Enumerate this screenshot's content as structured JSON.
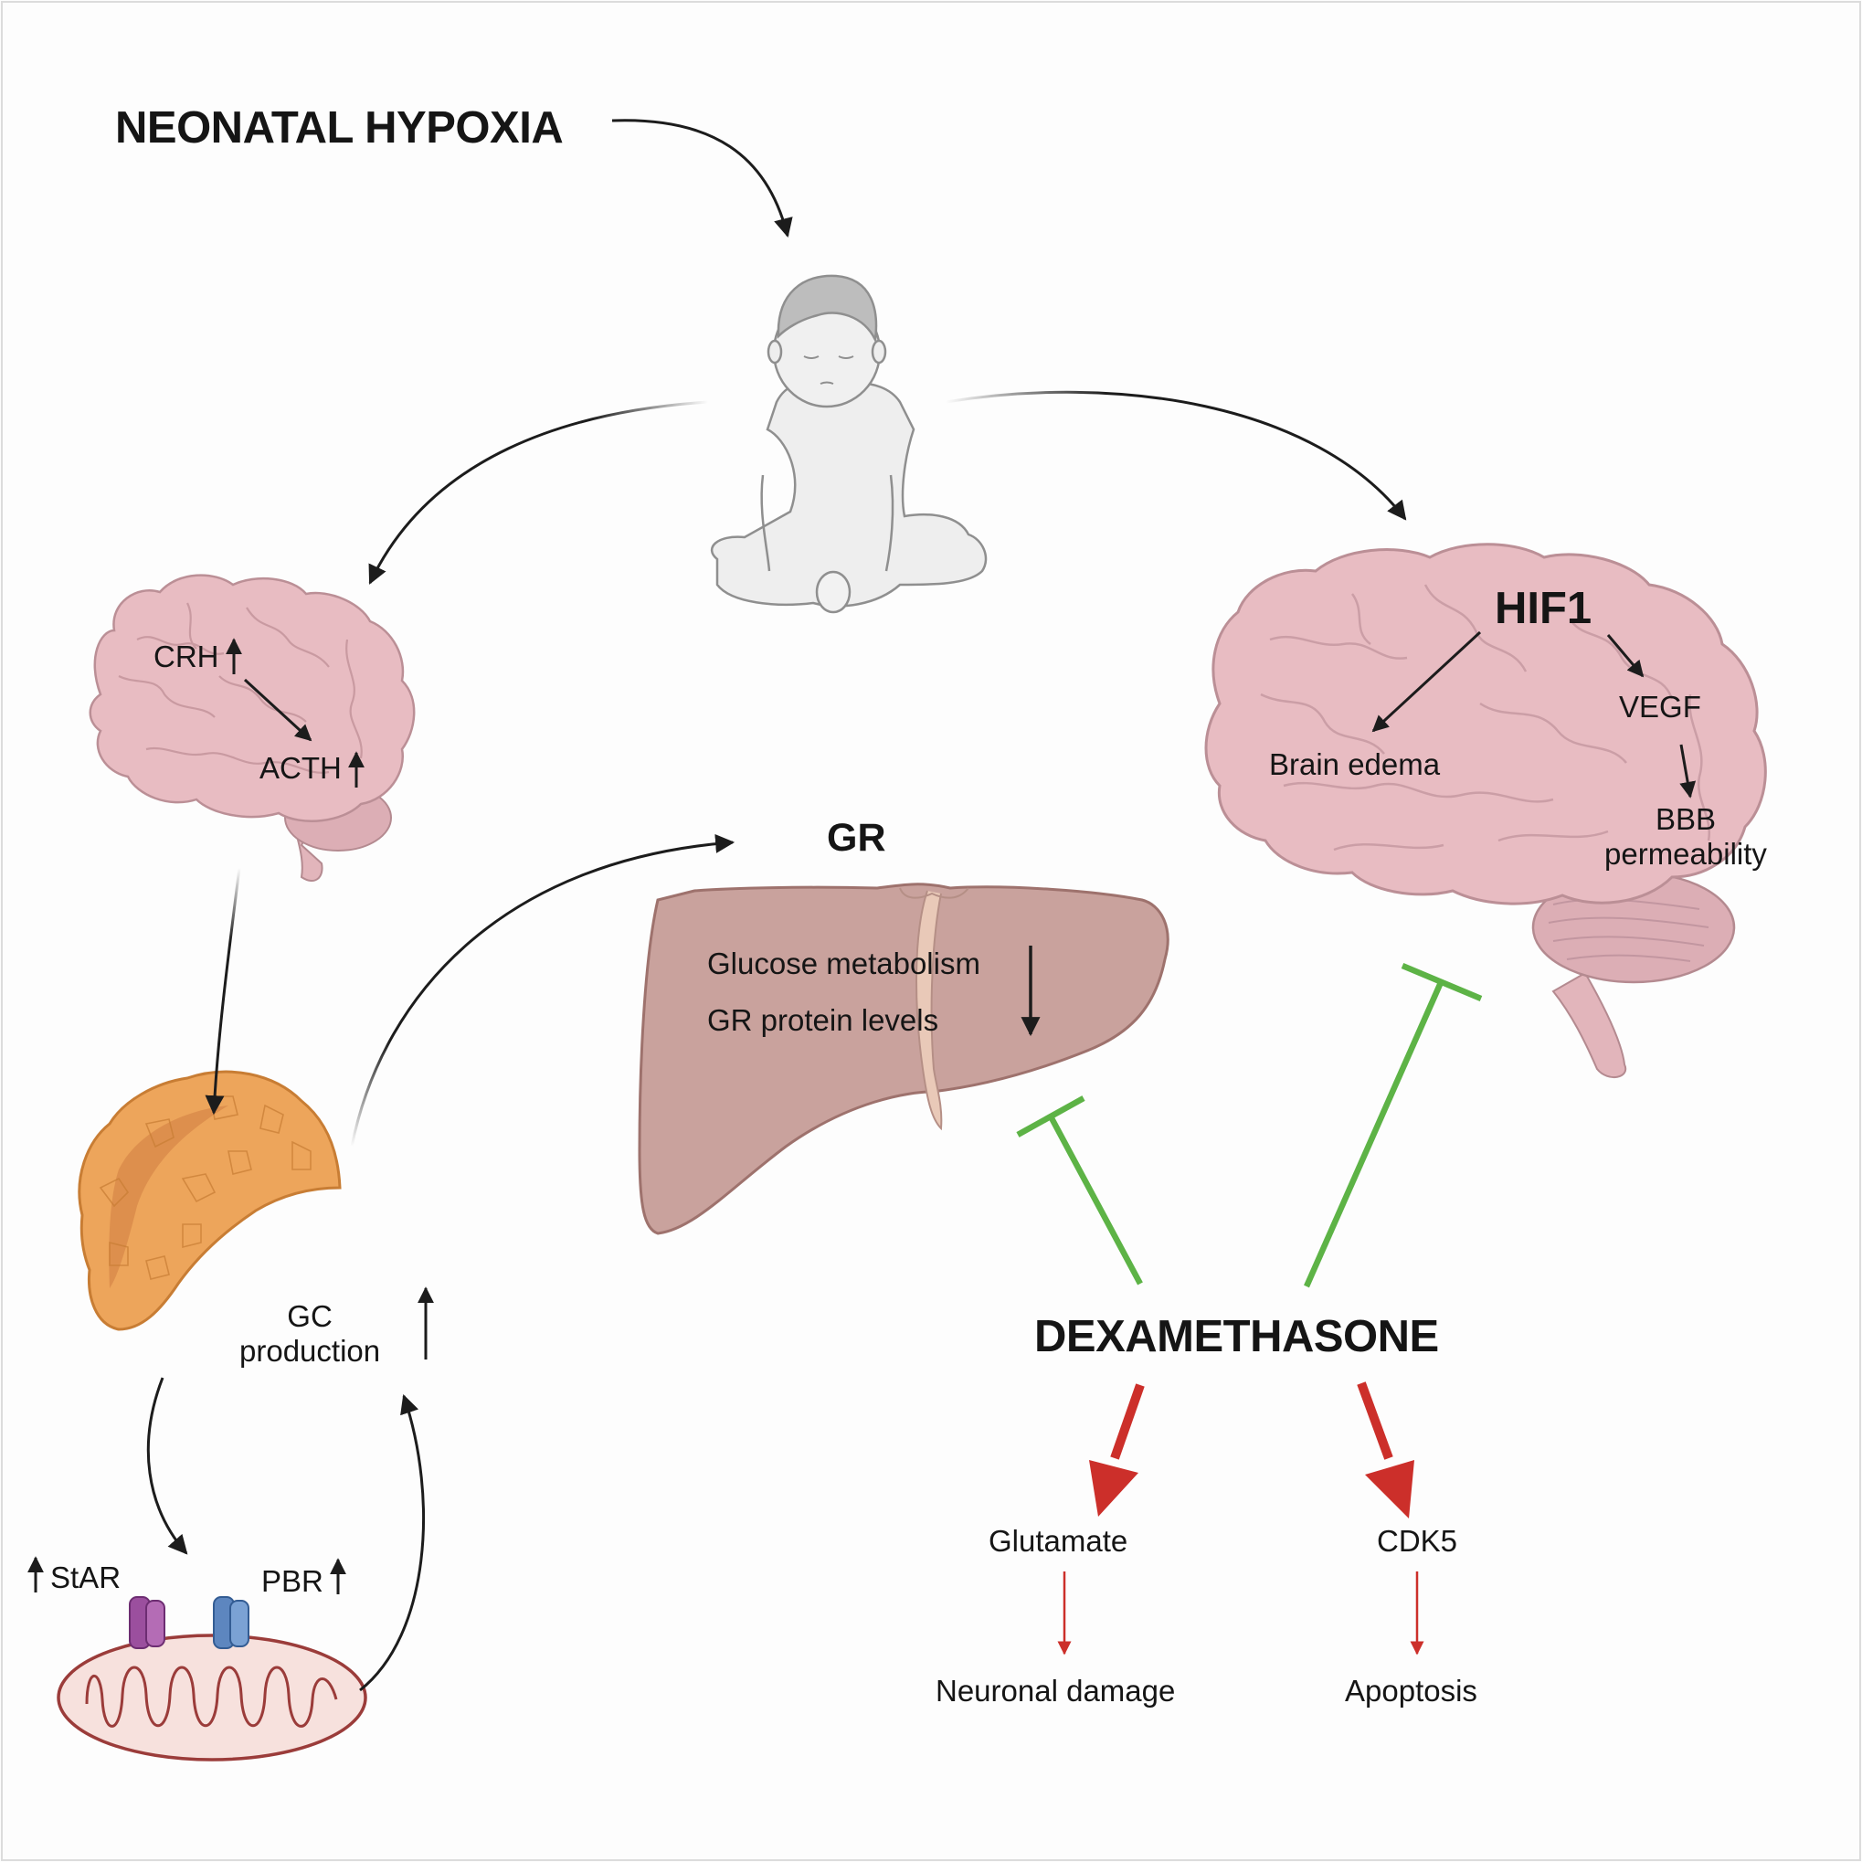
{
  "title": "NEONATAL HYPOXIA",
  "hpa": {
    "crh": "CRH",
    "acth": "ACTH"
  },
  "adrenal": {
    "gc_production": "GC\nproduction"
  },
  "mitochondria": {
    "star": "StAR",
    "pbr": "PBR"
  },
  "liver": {
    "heading": "GR",
    "line1": "Glucose metabolism",
    "line2": "GR protein levels"
  },
  "brain_right": {
    "hif1": "HIF1",
    "edema": "Brain edema",
    "vegf": "VEGF",
    "bbb": "BBB\npermeability"
  },
  "drug": {
    "name": "DEXAMETHASONE",
    "glutamate": "Glutamate",
    "cdk5": "CDK5",
    "neuronal_damage": "Neuronal damage",
    "apoptosis": "Apoptosis"
  },
  "colors": {
    "inhibit": "#5db346",
    "promote": "#cc2f2a",
    "arrow": "#1c1c1c",
    "brain": "#e8bcc2",
    "liver": "#c9a29d",
    "adrenal": "#eda55b",
    "mito": "#f7e1dd"
  },
  "icons": [
    "infant-illustration",
    "brain-left-illustration",
    "brain-right-illustration",
    "liver-illustration",
    "adrenal-gland-illustration",
    "mitochondrion-illustration",
    "star-protein-icon",
    "pbr-protein-icon"
  ]
}
